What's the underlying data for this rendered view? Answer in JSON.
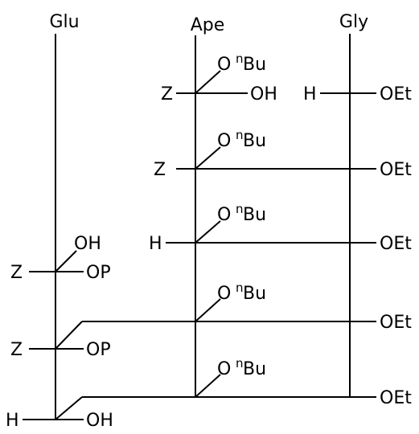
{
  "columns": {
    "glu": "Glu",
    "ape": "Ape",
    "gly": "Gly"
  },
  "substituents": {
    "Z": "Z",
    "H": "H",
    "OH": "OH",
    "OP": "OP",
    "OEt": "OEt",
    "O": "O",
    "n": "n",
    "Bu": "Bu"
  }
}
